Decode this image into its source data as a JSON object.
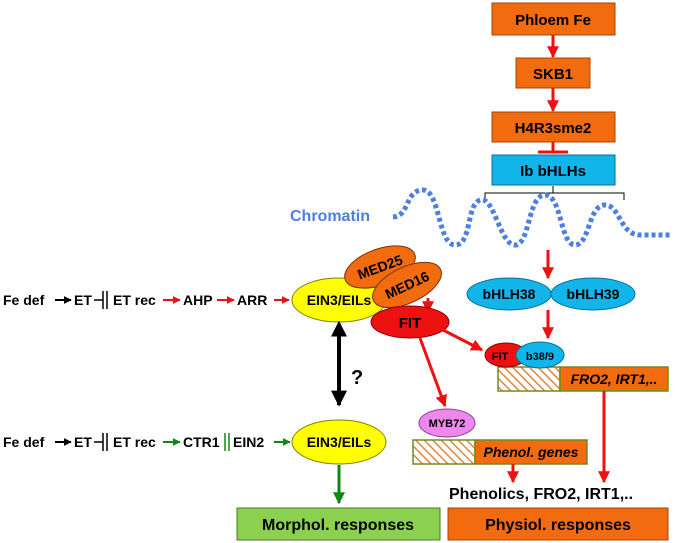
{
  "nodes": {
    "phloem_fe": "Phloem Fe",
    "skb1": "SKB1",
    "h4r3sme2": "H4R3sme2",
    "ib_bhlhs": "Ib bHLHs",
    "chromatin": "Chromatin",
    "bhlh38": "bHLH38",
    "bhlh39": "bHLH39",
    "med25": "MED25",
    "med16": "MED16",
    "ein3_top": "EIN3/EILs",
    "fit": "FIT",
    "fit_small": "FIT",
    "b38_9": "b38/9",
    "fro2_irt1": "FRO2, IRT1,..",
    "myb72": "MYB72",
    "phenol_genes": "Phenol. genes",
    "question": "?",
    "ein3_bottom": "EIN3/EILs",
    "phenolics": "Phenolics, FRO2, IRT1,..",
    "morphol": "Morphol. responses",
    "physiol": "Physiol. responses"
  },
  "pathway_top": {
    "fe_def": "Fe def",
    "et": "ET",
    "et_rec": "ET rec",
    "ahp": "AHP",
    "arr": "ARR"
  },
  "pathway_bottom": {
    "fe_def": "Fe def",
    "et": "ET",
    "et_rec": "ET rec",
    "ctr1": "CTR1",
    "ein2": "EIN2"
  },
  "colors": {
    "orange": "#f26b0f",
    "blue": "#12b5ea",
    "yellow": "#ffff00",
    "red": "#ee1111",
    "pink": "#ee88ee",
    "green_box": "#8cd050",
    "green_arrow": "#118811",
    "chromatin_blue": "#4d7fe0"
  }
}
